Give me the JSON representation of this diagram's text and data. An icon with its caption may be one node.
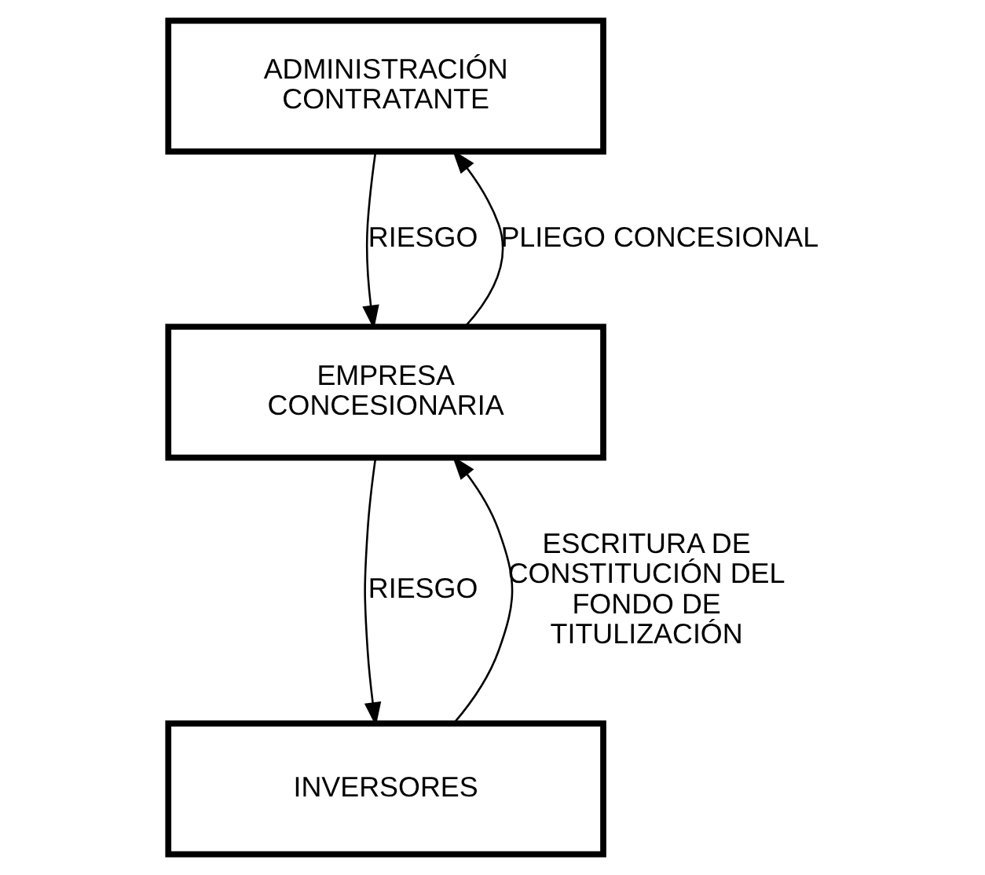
{
  "diagram": {
    "nodes": [
      {
        "text": [
          "ADMINISTRACIÓN CONTRATANTE"
        ]
      },
      {
        "text": [
          "EMPRESA CONCESIONARIA"
        ]
      },
      {
        "text": [
          "INVERSORES"
        ]
      }
    ],
    "edges": [
      {
        "from": 1,
        "to": 0,
        "arrow": "to",
        "label": "PLIEGO CONCESIONAL"
      },
      {
        "from": 0,
        "to": 1,
        "arrow": "to",
        "label": "RIESGO"
      },
      {
        "from": 2,
        "to": 1,
        "arrow": "to",
        "label": "ESCRITURA DE CONSTITUCIÓN DEL FONDO DE TITULIZACIÓN"
      },
      {
        "from": 1,
        "to": 2,
        "arrow": "to",
        "label": "RIESGO"
      }
    ]
  }
}
